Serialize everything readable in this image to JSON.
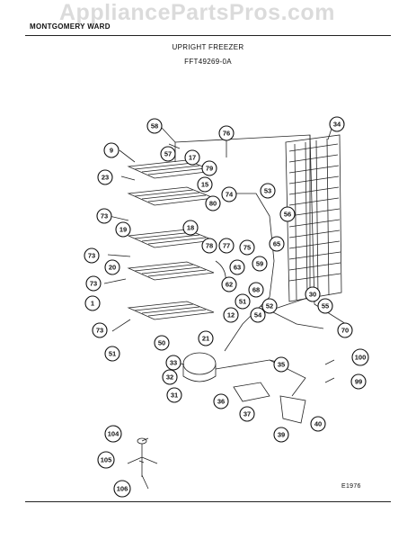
{
  "header": {
    "watermark": "AppliancePartsPros.com",
    "brand": "MONTGOMERY WARD",
    "title": "UPRIGHT FREEZER",
    "model": "FFT49269-0A"
  },
  "diagram_code": "E1976",
  "callouts": [
    "58",
    "76",
    "34",
    "9",
    "57",
    "17",
    "79",
    "23",
    "15",
    "74",
    "80",
    "53",
    "73",
    "56",
    "19",
    "18",
    "78",
    "77",
    "75",
    "65",
    "73",
    "20",
    "63",
    "59",
    "73",
    "62",
    "68",
    "30",
    "1",
    "51",
    "52",
    "55",
    "73",
    "12",
    "54",
    "70",
    "21",
    "50",
    "51",
    "33",
    "35",
    "100",
    "32",
    "99",
    "31",
    "36",
    "37",
    "40",
    "104",
    "39",
    "105",
    "106"
  ]
}
